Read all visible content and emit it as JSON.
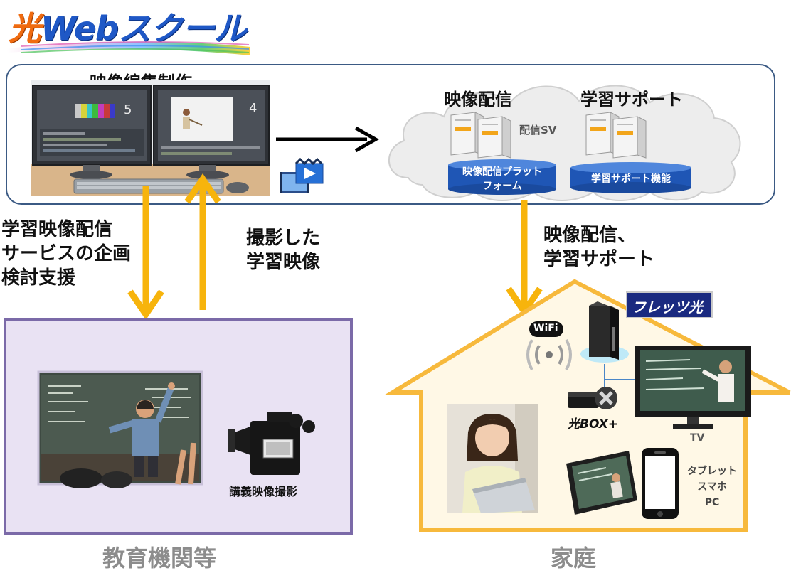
{
  "logo": {
    "prefix": "光",
    "text": "Webスクール"
  },
  "production": {
    "title": "映像編集制作",
    "monitor_left_number": "5",
    "monitor_right_number": "4"
  },
  "cloud": {
    "delivery_title": "映像配信",
    "support_title": "学習サポート",
    "server_label": "配信SV",
    "platform_label_line1": "映像配信プラット",
    "platform_label_line2": "フォーム",
    "support_function_label": "学習サポート機能"
  },
  "arrows": {
    "down_label_lines": [
      "学習映像配信",
      "サービスの企画",
      "検討支援"
    ],
    "up_label_lines": [
      "撮影した",
      "学習映像"
    ],
    "home_label_lines": [
      "映像配信、",
      "学習サポート"
    ]
  },
  "education": {
    "camera_label": "講義映像撮影",
    "section_title": "教育機関等"
  },
  "home": {
    "section_title": "家庭",
    "flets_logo": "フレッツ光",
    "wifi_label": "WiFi",
    "hikari_box_label": "光BOX+",
    "tv_label": "TV",
    "device_lines": [
      "タブレット",
      "スマホ",
      "PC"
    ]
  },
  "colors": {
    "arrow_yellow": "#f7b40c",
    "panel_border": "#3b5a84",
    "edu_border": "#7b6aa8",
    "edu_fill": "#e9e2f3",
    "house_border": "#f7b93c",
    "house_fill": "#fff8e6",
    "cylinder_blue": "#1f56b5"
  }
}
